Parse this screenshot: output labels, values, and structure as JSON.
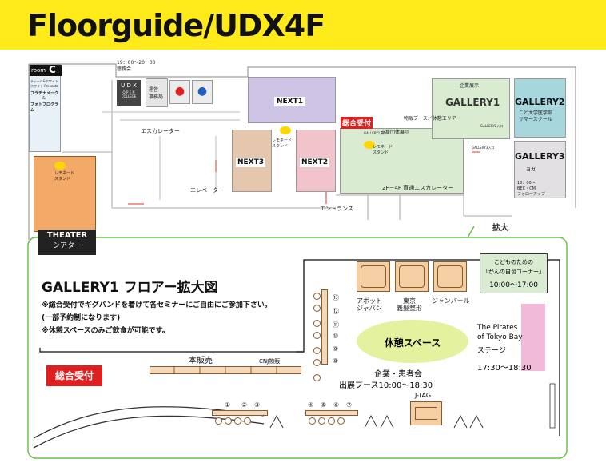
{
  "header": {
    "title": "Floorguide/UDX4F"
  },
  "floor_map": {
    "room_c": {
      "label": "room",
      "letter": "C",
      "sub1": "ティール&ホワイトホワイト Presents",
      "sub2": "プラチナメーク",
      "sub3": "&",
      "sub4": "フォトプログラム"
    },
    "hours_top": "19：00〜20：00",
    "lounge": "懇親会",
    "udx_logo": [
      "U D X",
      "O P E N",
      "COLLEGE"
    ],
    "office": "運営\n事務局",
    "next1": "NEXT1",
    "next2": "NEXT2",
    "next3": "NEXT3",
    "escalator": "エスカレーター",
    "elevator": "エレベーター",
    "entrance": "エントランス",
    "direct_escalator": "2F－4F 直通エスカレーター",
    "lemonade_1": "レモネード\nスタンド",
    "lemonade_2": "レモネード\nスタンド",
    "lemonade_3": "レモネード\nスタンド",
    "reception": "総合受付",
    "gallery1": {
      "name": "GALLERY1",
      "top": "企業展示",
      "sub": "物販ブース／休憩エリア",
      "small1": "GALLERY1入口",
      "small2": "支援団体展示",
      "small3": "GALLERY2入口",
      "small4": "GALLERY3入口"
    },
    "gallery2": {
      "name": "GALLERY2",
      "sub1": "こど大学医学部",
      "sub2": "サマースクール"
    },
    "gallery3": {
      "name": "GALLERY3",
      "sub1": "ヨガ",
      "sub2": "18：00〜",
      "sub3": "BEC・CM",
      "sub4": "フォローアップ"
    },
    "theater": {
      "en": "THEATER",
      "ja": "シアター"
    },
    "zoom_label": "拡大"
  },
  "detail": {
    "title": "GALLERY1 フロアー拡大図",
    "notes": [
      "※総合受付でギグバンドを着けて各セミナーにご自由にご参加下さい。",
      "(一部予約制になります)",
      "※休憩スペースのみご飲食が可能です。"
    ],
    "reception": "総合受付",
    "main_sales": "本販売",
    "cnj_sales": "CNJ物販",
    "booths": [
      "アボット\nジャパン",
      "東京\n義髪整形",
      "ジャンパール"
    ],
    "kids_corner": {
      "line1": "こどものための",
      "line2": "「がんの自習コーナー」",
      "hours": "10:00～17:00"
    },
    "rest_space": "休憩スペース",
    "exhibit": {
      "line1": "企業・患者会",
      "line2": "出展ブース10:00～18:30"
    },
    "jtag": "J-TAG",
    "stage": {
      "line1": "The Pirates",
      "line2": "of Tokyo Bay",
      "line3": "ステージ",
      "hours": "17:30～18:30"
    },
    "numbers_right": [
      "⑬",
      "⑫",
      "⑪",
      "⑩",
      "⑨",
      "⑧"
    ],
    "numbers_bottom_left": [
      "①",
      "②",
      "③"
    ],
    "numbers_bottom_right": [
      "④",
      "⑤",
      "⑥",
      "⑦"
    ]
  }
}
